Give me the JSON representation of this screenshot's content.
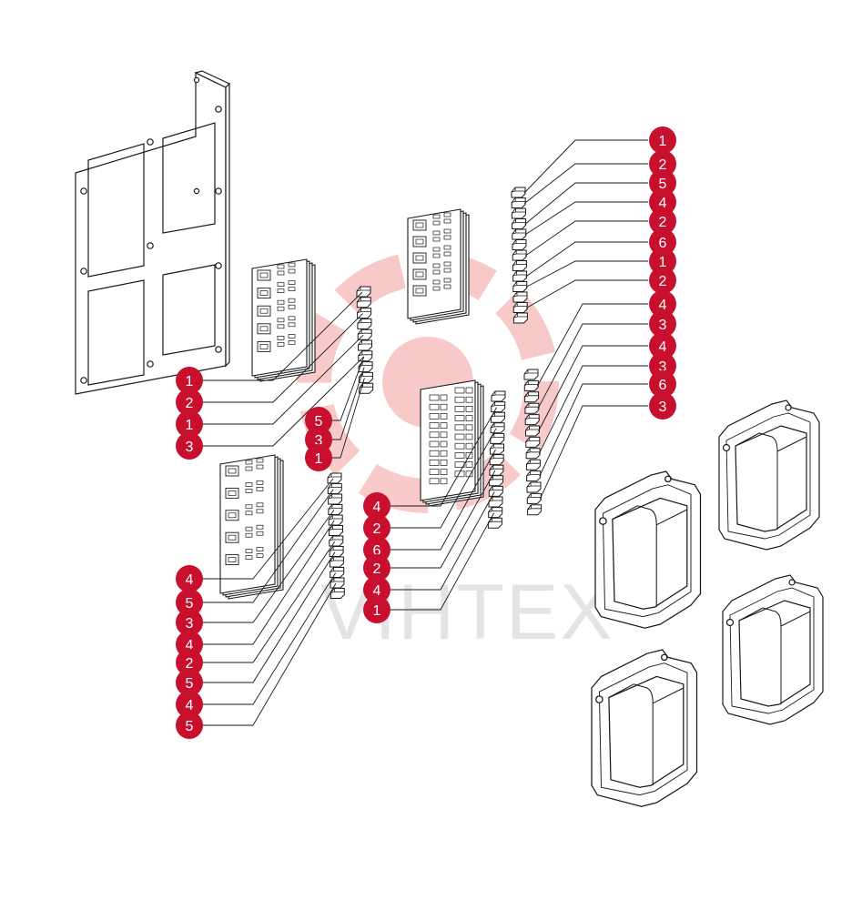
{
  "watermark": {
    "text": "VIHTEX",
    "color": "#e8423f"
  },
  "colors": {
    "callout": "#c8102e",
    "line": "#1a1a1a"
  },
  "groups": {
    "left_mid": [
      "1",
      "2",
      "1",
      "3"
    ],
    "left_mid_b": [
      "5",
      "3",
      "1"
    ],
    "left_bottom": [
      "4",
      "5",
      "3",
      "4",
      "2",
      "5",
      "4",
      "5"
    ],
    "center": [
      "4",
      "2",
      "6",
      "2",
      "4",
      "1"
    ],
    "right_top": [
      "1",
      "2",
      "5",
      "4",
      "2",
      "6",
      "1",
      "2"
    ],
    "right_mid": [
      "4",
      "3",
      "4",
      "3",
      "6",
      "3"
    ]
  }
}
